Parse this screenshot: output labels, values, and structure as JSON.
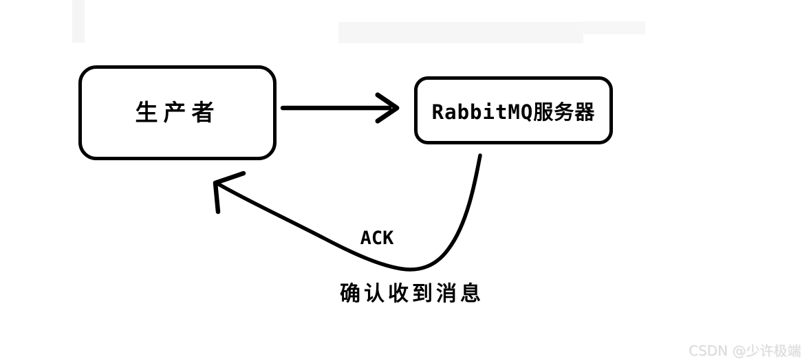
{
  "diagram": {
    "producer_box": {
      "label": "生产者"
    },
    "server_box": {
      "label": "RabbitMQ服务器"
    },
    "ack_arrow": {
      "label": "ACK",
      "caption": "确认收到消息"
    }
  },
  "watermark": {
    "text": "CSDN @少许极端"
  },
  "colors": {
    "stroke": "#000000",
    "background": "#ffffff",
    "artifact_gray": "#f6f6f6",
    "watermark_gray": "#dcdcdc"
  }
}
